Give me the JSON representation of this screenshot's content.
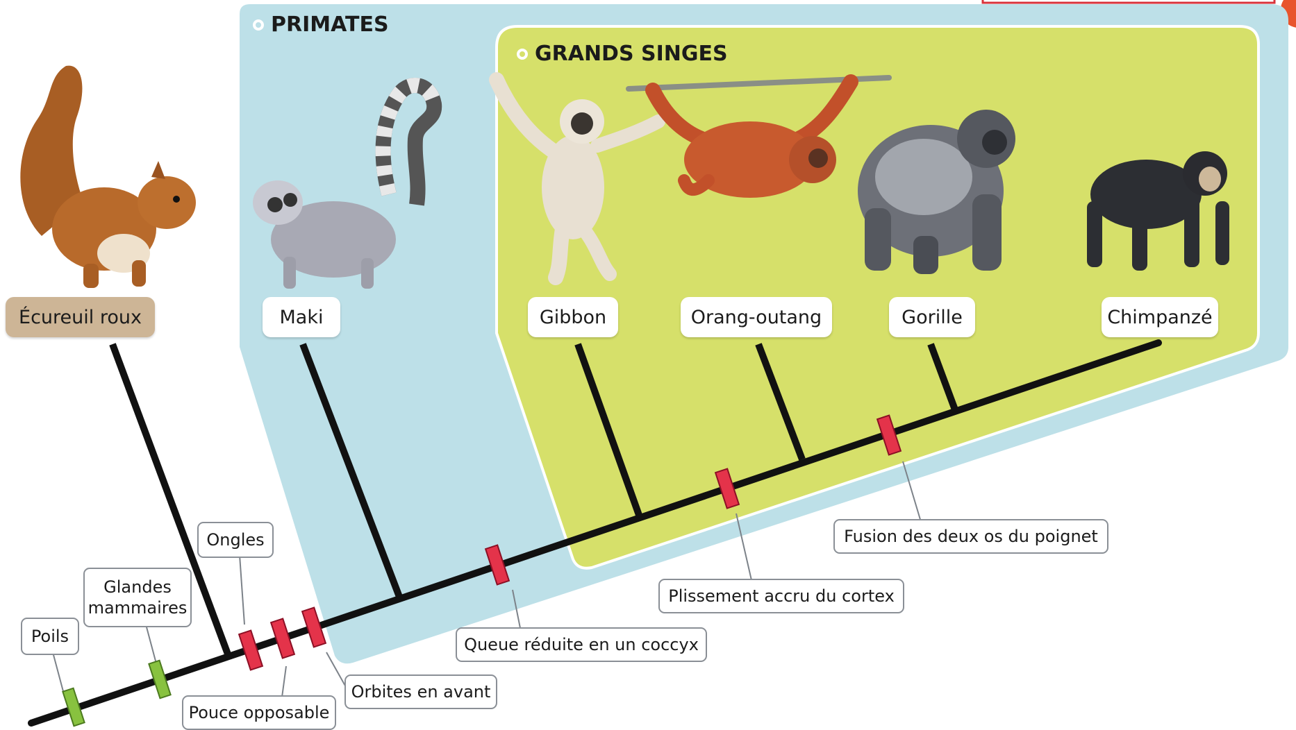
{
  "groups": {
    "primates": "PRIMATES",
    "grands_singes": "GRANDS SINGES"
  },
  "taxa": {
    "ecureuil": "Écureuil roux",
    "maki": "Maki",
    "gibbon": "Gibbon",
    "orang": "Orang-outang",
    "gorille": "Gorille",
    "chimpanze": "Chimpanzé"
  },
  "traits": {
    "poils": "Poils",
    "glandes_1": "Glandes",
    "glandes_2": "mammaires",
    "ongles": "Ongles",
    "pouce": "Pouce opposable",
    "orbites": "Orbites en avant",
    "queue": "Queue réduite en un coccyx",
    "plissement": "Plissement accru du cortex",
    "fusion": "Fusion des deux os du poignet"
  },
  "colors": {
    "primates_bg": "#bde0e8",
    "grands_singes_bg": "#d6e06a",
    "ancestral_trait": "#88c23f",
    "derived_trait": "#e4334a",
    "ecureuil_label": "#cdb596"
  },
  "icons": [
    "squirrel-illustration",
    "lemur-illustration",
    "gibbon-illustration",
    "orangutan-illustration",
    "gorilla-illustration",
    "chimpanzee-illustration"
  ]
}
